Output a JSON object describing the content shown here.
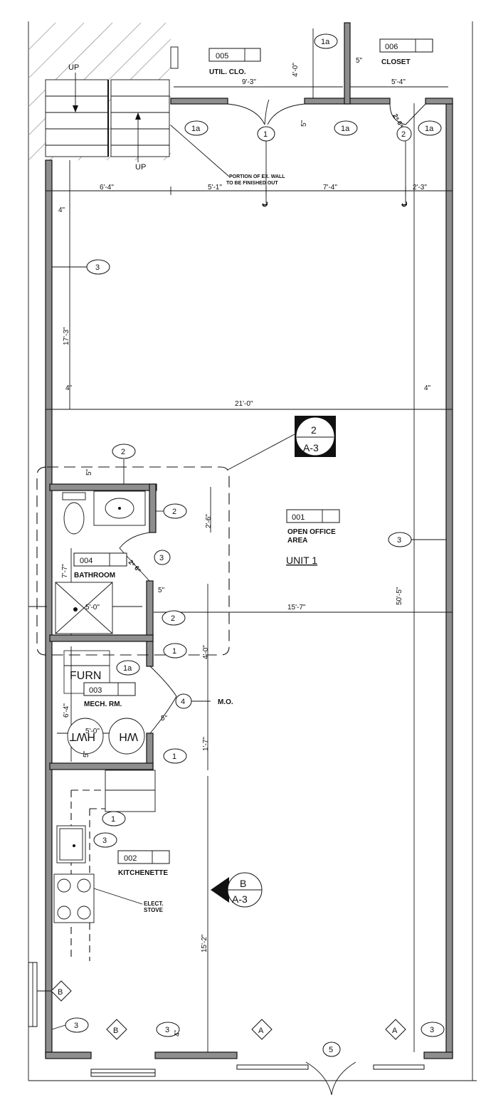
{
  "rooms": {
    "util": {
      "number": "005",
      "name": "UTIL. CLO."
    },
    "closet": {
      "number": "006",
      "name": "CLOSET"
    },
    "office": {
      "number": "001",
      "name": "OPEN OFFICE",
      "name2": "AREA",
      "unit": "UNIT 1"
    },
    "bathroom": {
      "number": "004",
      "name": "BATHROOM"
    },
    "mech": {
      "number": "003",
      "name": "MECH. RM.",
      "furn": "FURN"
    },
    "kitchen": {
      "number": "002",
      "name": "KITCHENETTE"
    }
  },
  "labels": {
    "up_top": "UP",
    "up_bottom": "UP",
    "ex_wall1": "PORTION OF EX. WALL",
    "ex_wall2": "TO BE FINISHED OUT",
    "centerline": "℄",
    "mo": "M.O.",
    "stove1": "ELECT.",
    "stove2": "STOVE",
    "wh": "WH",
    "hwt": "HWT"
  },
  "dims": {
    "d_4_0_top": "4'-0\"",
    "d_5_top": "5\"",
    "d_9_3": "9'-3\"",
    "d_5_4": "5'-4\"",
    "d_5_door": "5\"",
    "d_6_4": "6'-4\"",
    "d_5_1": "5'-1\"",
    "d_7_4": "7'-4\"",
    "d_2_3": "2'-3\"",
    "d_4_a": "4\"",
    "d_17_3": "17'-3\"",
    "d_4_b": "4\"",
    "d_21_0": "21'-0\"",
    "d_4_c": "4\"",
    "d_5_bath": "5\"",
    "d_2_6": "2'-6\"",
    "d_7_7": "7'-7\"",
    "d_5_0": "5'-0\"",
    "d_5_wall": "5\"",
    "d_15_7": "15'-7\"",
    "d_4_0_mid": "4'-0\"",
    "d_6_4_mech": "6'-4\"",
    "d_5_mech": "5\"",
    "d_1_7": "1'-7\"",
    "d_5_0b": "5'-0\"",
    "d_5_low": "5\"",
    "d_50_5": "50'-5\"",
    "d_15_2": "15'-2\"",
    "d_4_bot": "4\"",
    "door_28": "2⁸ 6⁸",
    "door_28b": "2⁸ 6⁸"
  },
  "tags": {
    "t1a": "1a",
    "t1": "1",
    "t2": "2",
    "t3": "3",
    "t4": "4",
    "t5": "5",
    "ta": "A",
    "tb": "B"
  },
  "section_2": {
    "num": "2",
    "sheet": "A-3"
  },
  "section_b": {
    "num": "B",
    "sheet": "A-3"
  }
}
